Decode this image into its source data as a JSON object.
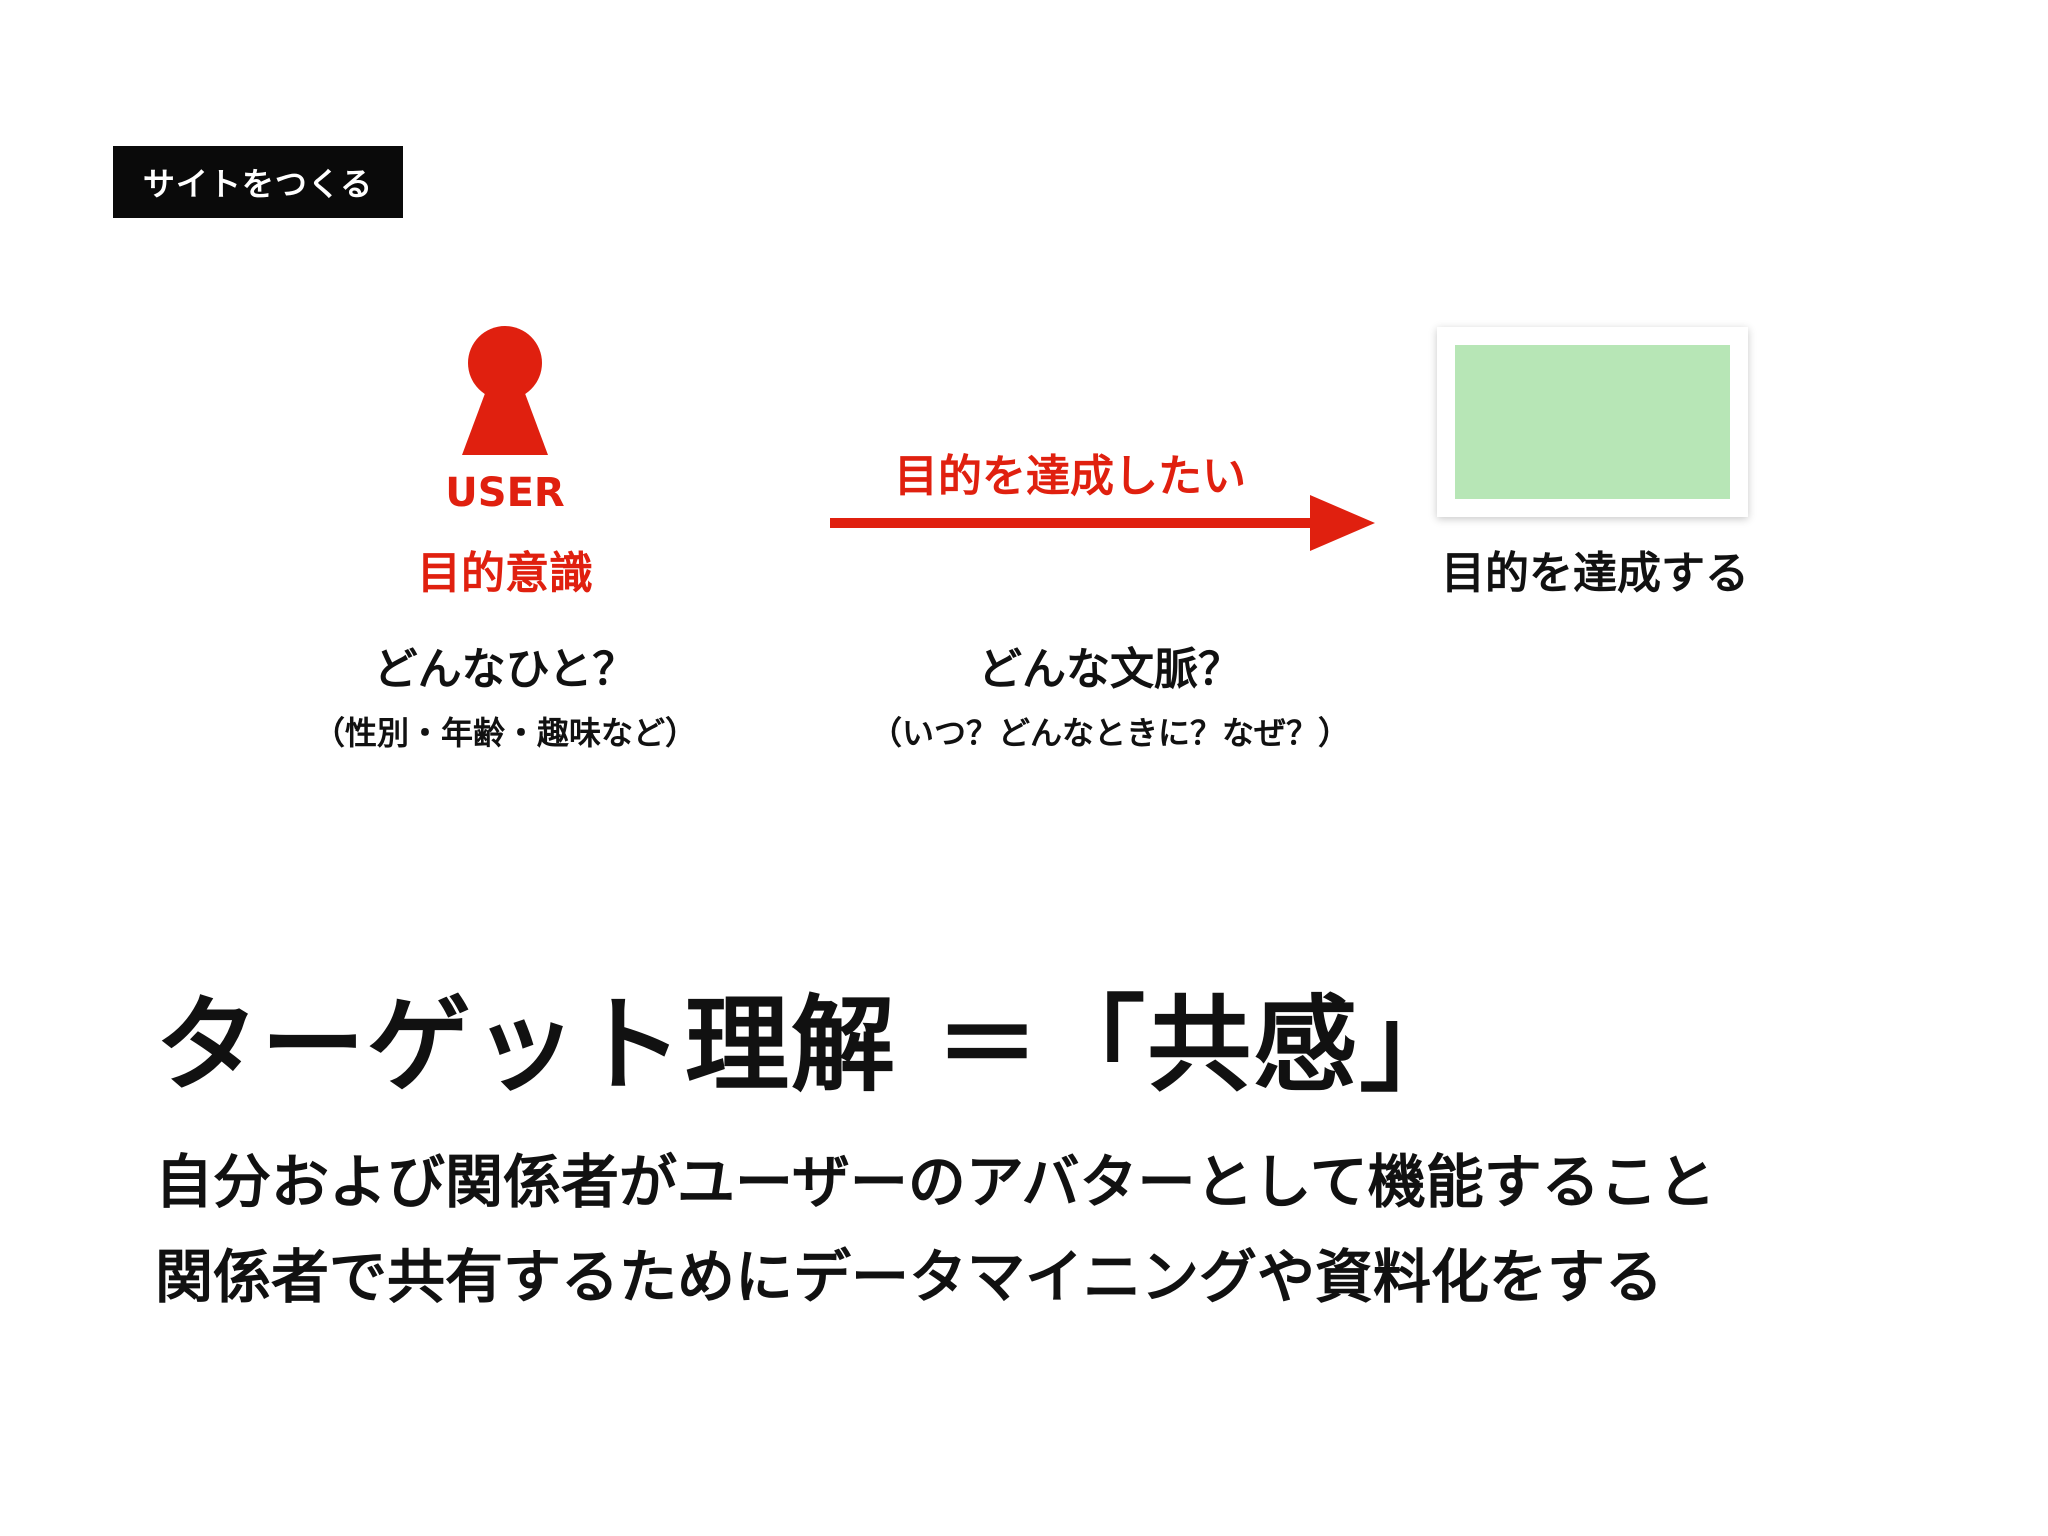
{
  "tag": {
    "label": "サイトをつくる"
  },
  "user": {
    "label_en": "USER",
    "label_ja": "目的意識",
    "question": "どんなひと？",
    "question_detail": "（性別・年齢・趣味など）"
  },
  "arrow": {
    "caption": "目的を達成したい",
    "question": "どんな文脈？",
    "question_detail": "（いつ？どんなときに？なぜ？）"
  },
  "goal": {
    "label": "目的を達成する"
  },
  "headline": "ターゲット理解 ＝「共感」",
  "body": {
    "line1": "自分および関係者がユーザーのアバターとして機能すること",
    "line2": "関係者で共有するためにデータマイニングや資料化をする"
  },
  "colors": {
    "accent": "#e0200f",
    "goal_fill": "#b7e6b6",
    "text": "#111111",
    "tag_bg": "#0a0a0a"
  }
}
